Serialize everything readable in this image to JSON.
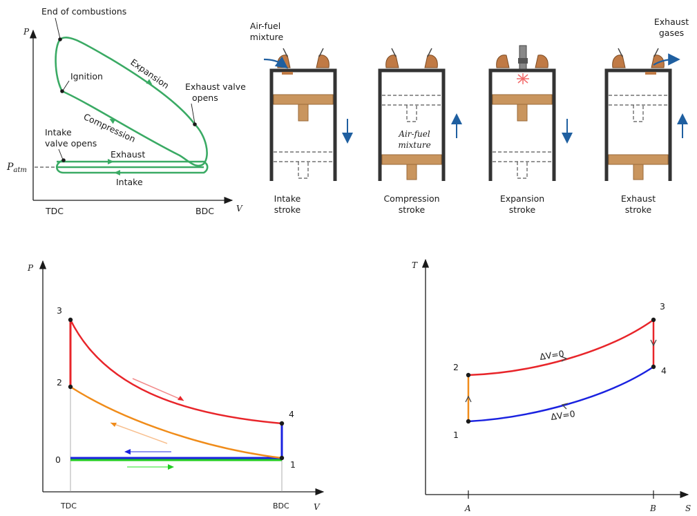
{
  "otto_pv": {
    "axis_p": "P",
    "axis_v": "V",
    "patm": "P",
    "patm_sub": "atm",
    "tdc": "TDC",
    "bdc": "BDC",
    "end_combustion": "End of combustions",
    "ignition": "Ignition",
    "expansion": "Expansion",
    "exhaust_valve_1": "Exhaust valve",
    "exhaust_valve_2": "opens",
    "compression": "Compression",
    "intake_valve_1": "Intake",
    "intake_valve_2": "valve opens",
    "exhaust": "Exhaust",
    "intake": "Intake",
    "curve_color": "#3aaa64"
  },
  "strokes": {
    "airfuel_1": "Air-fuel",
    "airfuel_2": "mixture",
    "exhaust_gases_1": "Exhaust",
    "exhaust_gases_2": "gases",
    "mixture_1": "Air-fuel",
    "mixture_2": "mixture",
    "intake_1": "Intake",
    "intake_2": "stroke",
    "compression_1": "Compression",
    "compression_2": "stroke",
    "expansion_1": "Expansion",
    "expansion_2": "stroke",
    "exhaust_1": "Exhaust",
    "exhaust_2": "stroke",
    "arrow_color": "#1f5fa0"
  },
  "ideal_pv": {
    "axis_p": "P",
    "axis_v": "V",
    "tdc": "TDC",
    "bdc": "BDC",
    "p0": "0",
    "p1": "1",
    "p2": "2",
    "p3": "3",
    "p4": "4",
    "colors": {
      "expansion": "#e8252a",
      "compression": "#f08c1a",
      "exhaust": "#1a22e0",
      "intake": "#22cc22"
    }
  },
  "ts": {
    "axis_t": "T",
    "axis_s": "S",
    "a": "A",
    "b": "B",
    "p1": "1",
    "p2": "2",
    "p3": "3",
    "p4": "4",
    "dv_top": "ΔV=0",
    "dv_bottom": "ΔV=0",
    "colors": {
      "top": "#e8252a",
      "bottom": "#1a22e0",
      "left": "#f08c1a",
      "right": "#e8252a"
    }
  }
}
